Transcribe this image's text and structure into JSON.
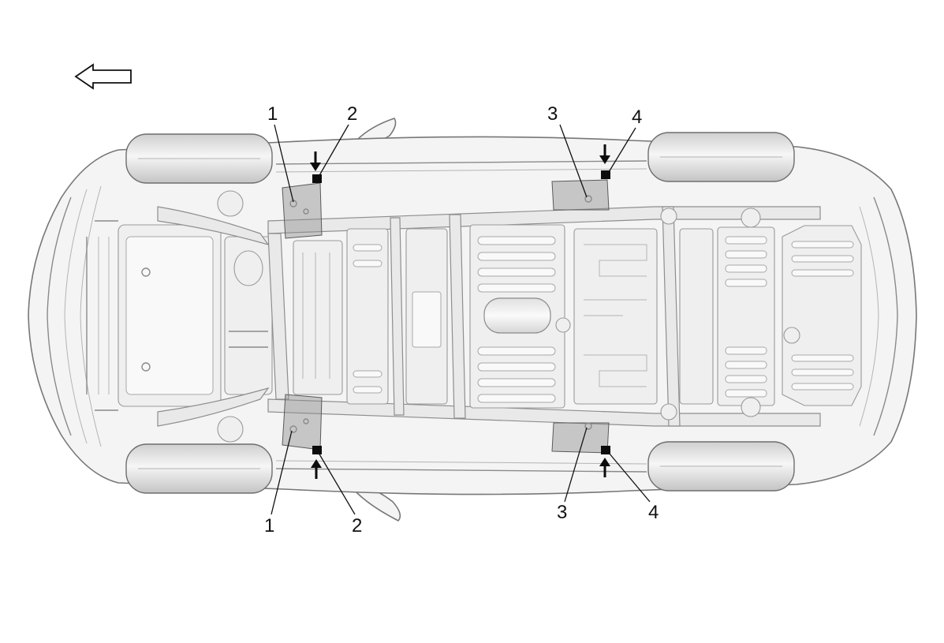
{
  "diagram": {
    "direction_indicator": "left-arrow-icon",
    "callouts": {
      "top": [
        "1",
        "2",
        "3",
        "4"
      ],
      "bottom": [
        "1",
        "2",
        "3",
        "4"
      ]
    },
    "colors": {
      "marker": "#0c0c0c",
      "line": "#8a8a8a",
      "body": "#f4f4f4"
    }
  }
}
